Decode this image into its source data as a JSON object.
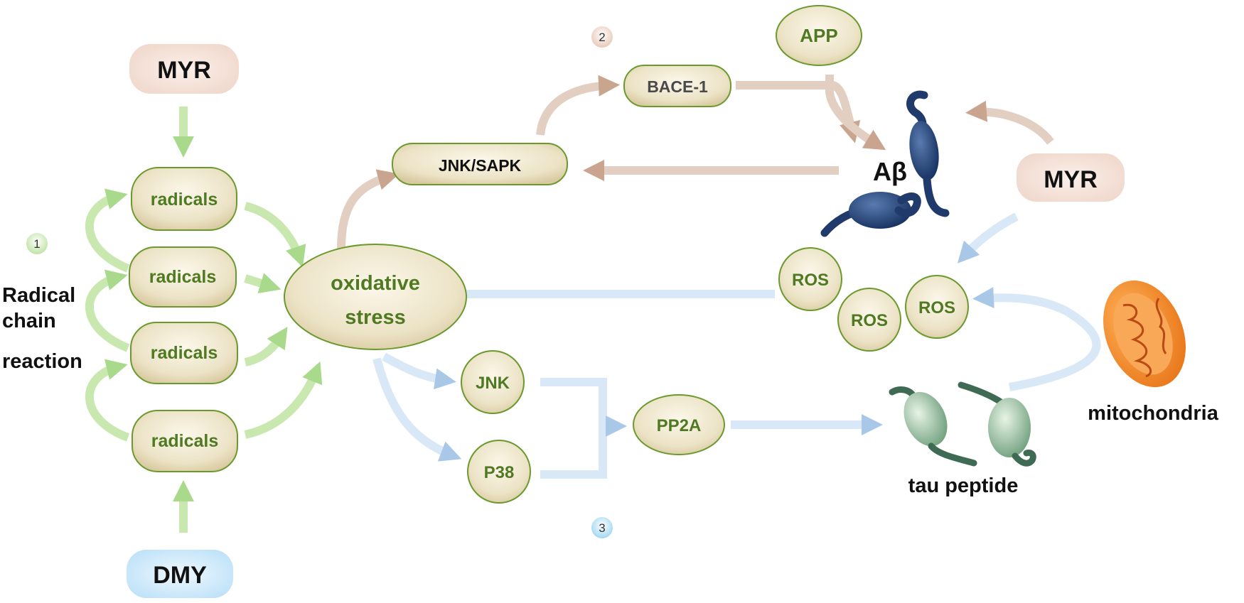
{
  "colors": {
    "node_fill": "#ece3c6",
    "node_stroke": "#6a9a2c",
    "green_text": "#4f7a21",
    "green_arrow": "#bfe3a4",
    "brown_arrow": "#c9a48e",
    "blue_arrow": "#b9d3ec",
    "myr_bg": "#f6e4dc",
    "dmy_bg": "#d6ecfa",
    "abeta": "#1f3a6b",
    "tau": "#8ab594",
    "mitochondria": "#f28c28"
  },
  "pathway_1": {
    "number": "1",
    "source_top": "MYR",
    "source_bottom": "DMY",
    "radicals": [
      "radicals",
      "radicals",
      "radicals",
      "radicals"
    ],
    "side_label": [
      "Radical",
      "chain",
      "reaction"
    ],
    "target": [
      "oxidative",
      "stress"
    ]
  },
  "pathway_2": {
    "number": "2",
    "jnk_sapk": "JNK/SAPK",
    "bace1": "BACE-1",
    "app": "APP",
    "abeta": "Aβ",
    "myr": "MYR"
  },
  "pathway_3": {
    "number": "3",
    "ros": [
      "ROS",
      "ROS",
      "ROS"
    ],
    "jnk": "JNK",
    "p38": "P38",
    "pp2a": "PP2A",
    "tau": "tau peptide",
    "mitochondria": "mitochondria"
  }
}
